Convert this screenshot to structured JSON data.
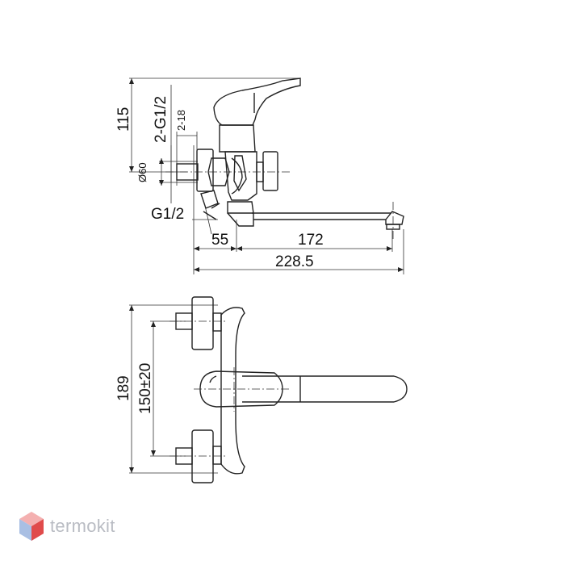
{
  "dimensions": {
    "height_top": "115",
    "inlet_thread": "2-G1/2",
    "thread_length": "2-18",
    "diameter": "Ø60",
    "outlet_thread": "G1/2",
    "offset": "55",
    "spout_length": "172",
    "total_length": "228.5",
    "total_height": "189",
    "center_distance": "150±20"
  },
  "logo": {
    "text": "termokit",
    "icon": "hexagon-cube-icon",
    "colors": [
      "#f2a3a3",
      "#9fb7de",
      "#e04b4b"
    ]
  }
}
